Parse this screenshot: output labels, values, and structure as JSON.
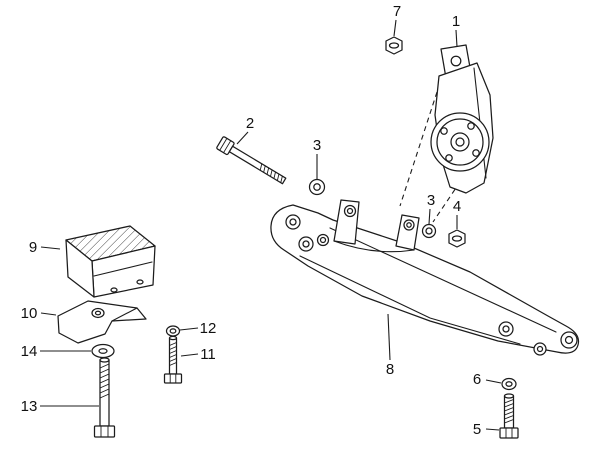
{
  "diagram": {
    "kind": "exploded-parts-diagram",
    "colors": {
      "background": "#ffffff",
      "line": "#1c1c1c",
      "highlight": "#43a047",
      "label_text": "#111111"
    },
    "highlighted_callout": "14",
    "callouts": {
      "c1": "1",
      "c2": "2",
      "c3": "3",
      "c4": "4",
      "c5": "5",
      "c6": "6",
      "c7": "7",
      "c8": "8",
      "c9": "9",
      "c10": "10",
      "c11": "11",
      "c12": "12",
      "c13": "13",
      "c14": "14"
    }
  }
}
